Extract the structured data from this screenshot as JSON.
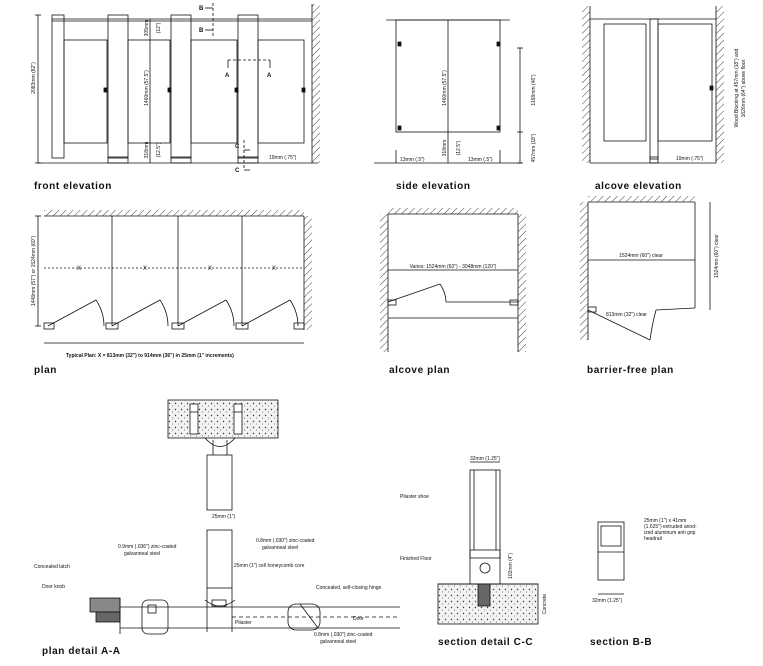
{
  "titles": {
    "front_elevation": "front elevation",
    "side_elevation": "side elevation",
    "alcove_elevation": "alcove elevation",
    "plan": "plan",
    "alcove_plan": "alcove plan",
    "barrier_free_plan": "barrier-free plan",
    "plan_detail": "plan detail A-A",
    "section_cc": "section detail C-C",
    "section_bb": "section B-B"
  },
  "front": {
    "height_total": "2083mm (82\")",
    "d_305": "305mm",
    "d_12": "(12\")",
    "d_1460": "1460mm (57.5\")",
    "d_318": "318mm",
    "d_125": "(12.5\")",
    "d_19": "19mm (.75\")",
    "mark_b": "B",
    "mark_a": "A",
    "mark_c": "C"
  },
  "side": {
    "d_1460": "1460mm (57.5\")",
    "d_1168": "1168mm (46\")",
    "d_318": "318mm",
    "d_125": "(12.5\")",
    "d_457": "457mm (18\")",
    "d_13a": "13mm (.5\")",
    "d_13b": "13mm (.5\")"
  },
  "alcove": {
    "wood_blocking": "Wood Blocking at 457mm (18\") and",
    "wood_blocking_2": "1626mm (64\") above floor.",
    "d_19": "19mm (.75\")"
  },
  "plan": {
    "depth": "1448mm (57\") or 1524mm (60\")",
    "x_label": "X",
    "typical": "Typical Plan:  X = 813mm (32\") to 914mm (36\") in 25mm (1\" increments)"
  },
  "alcove_plan": {
    "varies": "Varies: 1524mm (60\") - 3048mm (120\")"
  },
  "barrier_free": {
    "width_clear": "1524mm (60\") clear",
    "depth_clear": "1524mm (60\") clear",
    "door_clear": "813mm (32\") clear"
  },
  "detail": {
    "d_25": "25mm (1\")",
    "steel_09": "0.9mm (.036\") zinc-coated",
    "steel_09b": "galvanneal steel",
    "steel_08": "0.8mm (.030\") zinc-coated",
    "steel_08b": "galvanneal steel",
    "honeycomb": "25mm (1\") cell honeycomb core",
    "latch": "Concealed latch",
    "hinge": "Concealed, self-closing hinge",
    "knob": "Door knob",
    "door": "Door",
    "pilaster": "Pilaster",
    "steel_08c": "0.8mm (.030\") zinc-coated",
    "steel_08d": "galvanneal steel"
  },
  "section_cc": {
    "d_32": "32mm (1.25\")",
    "shoe": "Pilaster shoe",
    "floor": "Finished Floor",
    "d_102": "102mm (4\")",
    "concrete": "Concrete"
  },
  "section_bb": {
    "headrail": "25mm (1\") x 41mm",
    "headrail_2": "(1.625\") extruded anod-",
    "headrail_3": "ized aluminum anti grip",
    "headrail_4": "headrail",
    "d_32": "32mm (1.25\")"
  }
}
